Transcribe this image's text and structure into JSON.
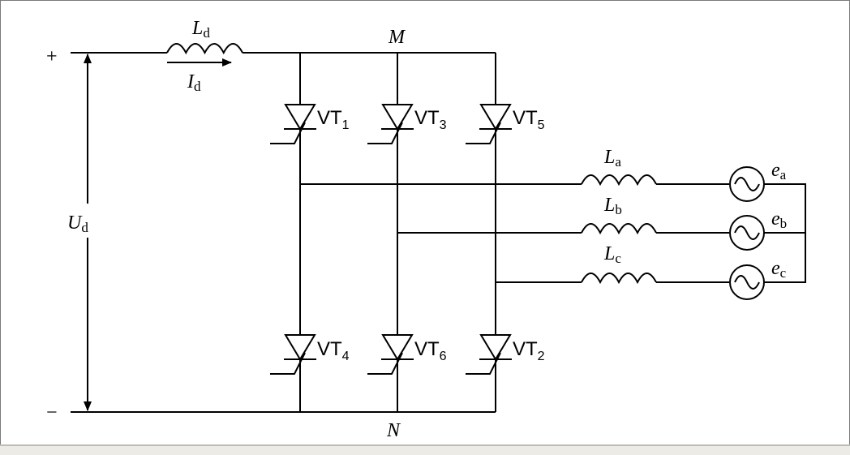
{
  "diagram": {
    "nodes": {
      "top_rail": "M",
      "bottom_rail": "N",
      "plus": "+",
      "minus": "−"
    },
    "dc_side": {
      "inductor": {
        "base": "L",
        "sub": "d"
      },
      "current": {
        "base": "I",
        "sub": "d"
      },
      "voltage": {
        "base": "U",
        "sub": "d"
      }
    },
    "thyristors": [
      {
        "base": "VT",
        "sub": "1"
      },
      {
        "base": "VT",
        "sub": "3"
      },
      {
        "base": "VT",
        "sub": "5"
      },
      {
        "base": "VT",
        "sub": "4"
      },
      {
        "base": "VT",
        "sub": "6"
      },
      {
        "base": "VT",
        "sub": "2"
      }
    ],
    "phases": [
      {
        "inductor": {
          "base": "L",
          "sub": "a"
        },
        "source": {
          "base": "e",
          "sub": "a"
        }
      },
      {
        "inductor": {
          "base": "L",
          "sub": "b"
        },
        "source": {
          "base": "e",
          "sub": "b"
        }
      },
      {
        "inductor": {
          "base": "L",
          "sub": "c"
        },
        "source": {
          "base": "e",
          "sub": "c"
        }
      }
    ]
  }
}
